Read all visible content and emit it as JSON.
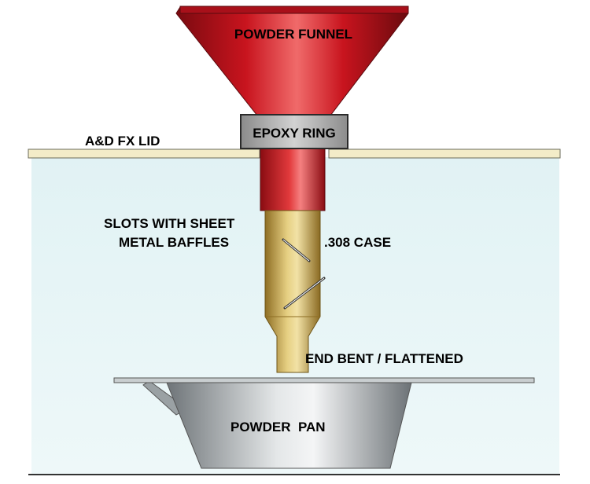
{
  "labels": {
    "powder_funnel": "POWDER FUNNEL",
    "epoxy_ring": "EPOXY RING",
    "lid": "A&D FX LID",
    "slots_line1": "SLOTS WITH SHEET",
    "slots_line2": "METAL BAFFLES",
    "case": ".308 CASE",
    "end_bent": "END BENT / FLATTENED",
    "powder_pan": "POWDER  PAN"
  },
  "colors": {
    "funnel_red": "#c8141e",
    "funnel_dark": "#7a0a10",
    "epoxy_gray": "#a8a8a8",
    "lid_tan": "#f3ecc8",
    "enclosure_blue": "#e6f4f6",
    "brass": "#c8a548",
    "pan_silver": "#b9bec1",
    "text": "#000000"
  }
}
